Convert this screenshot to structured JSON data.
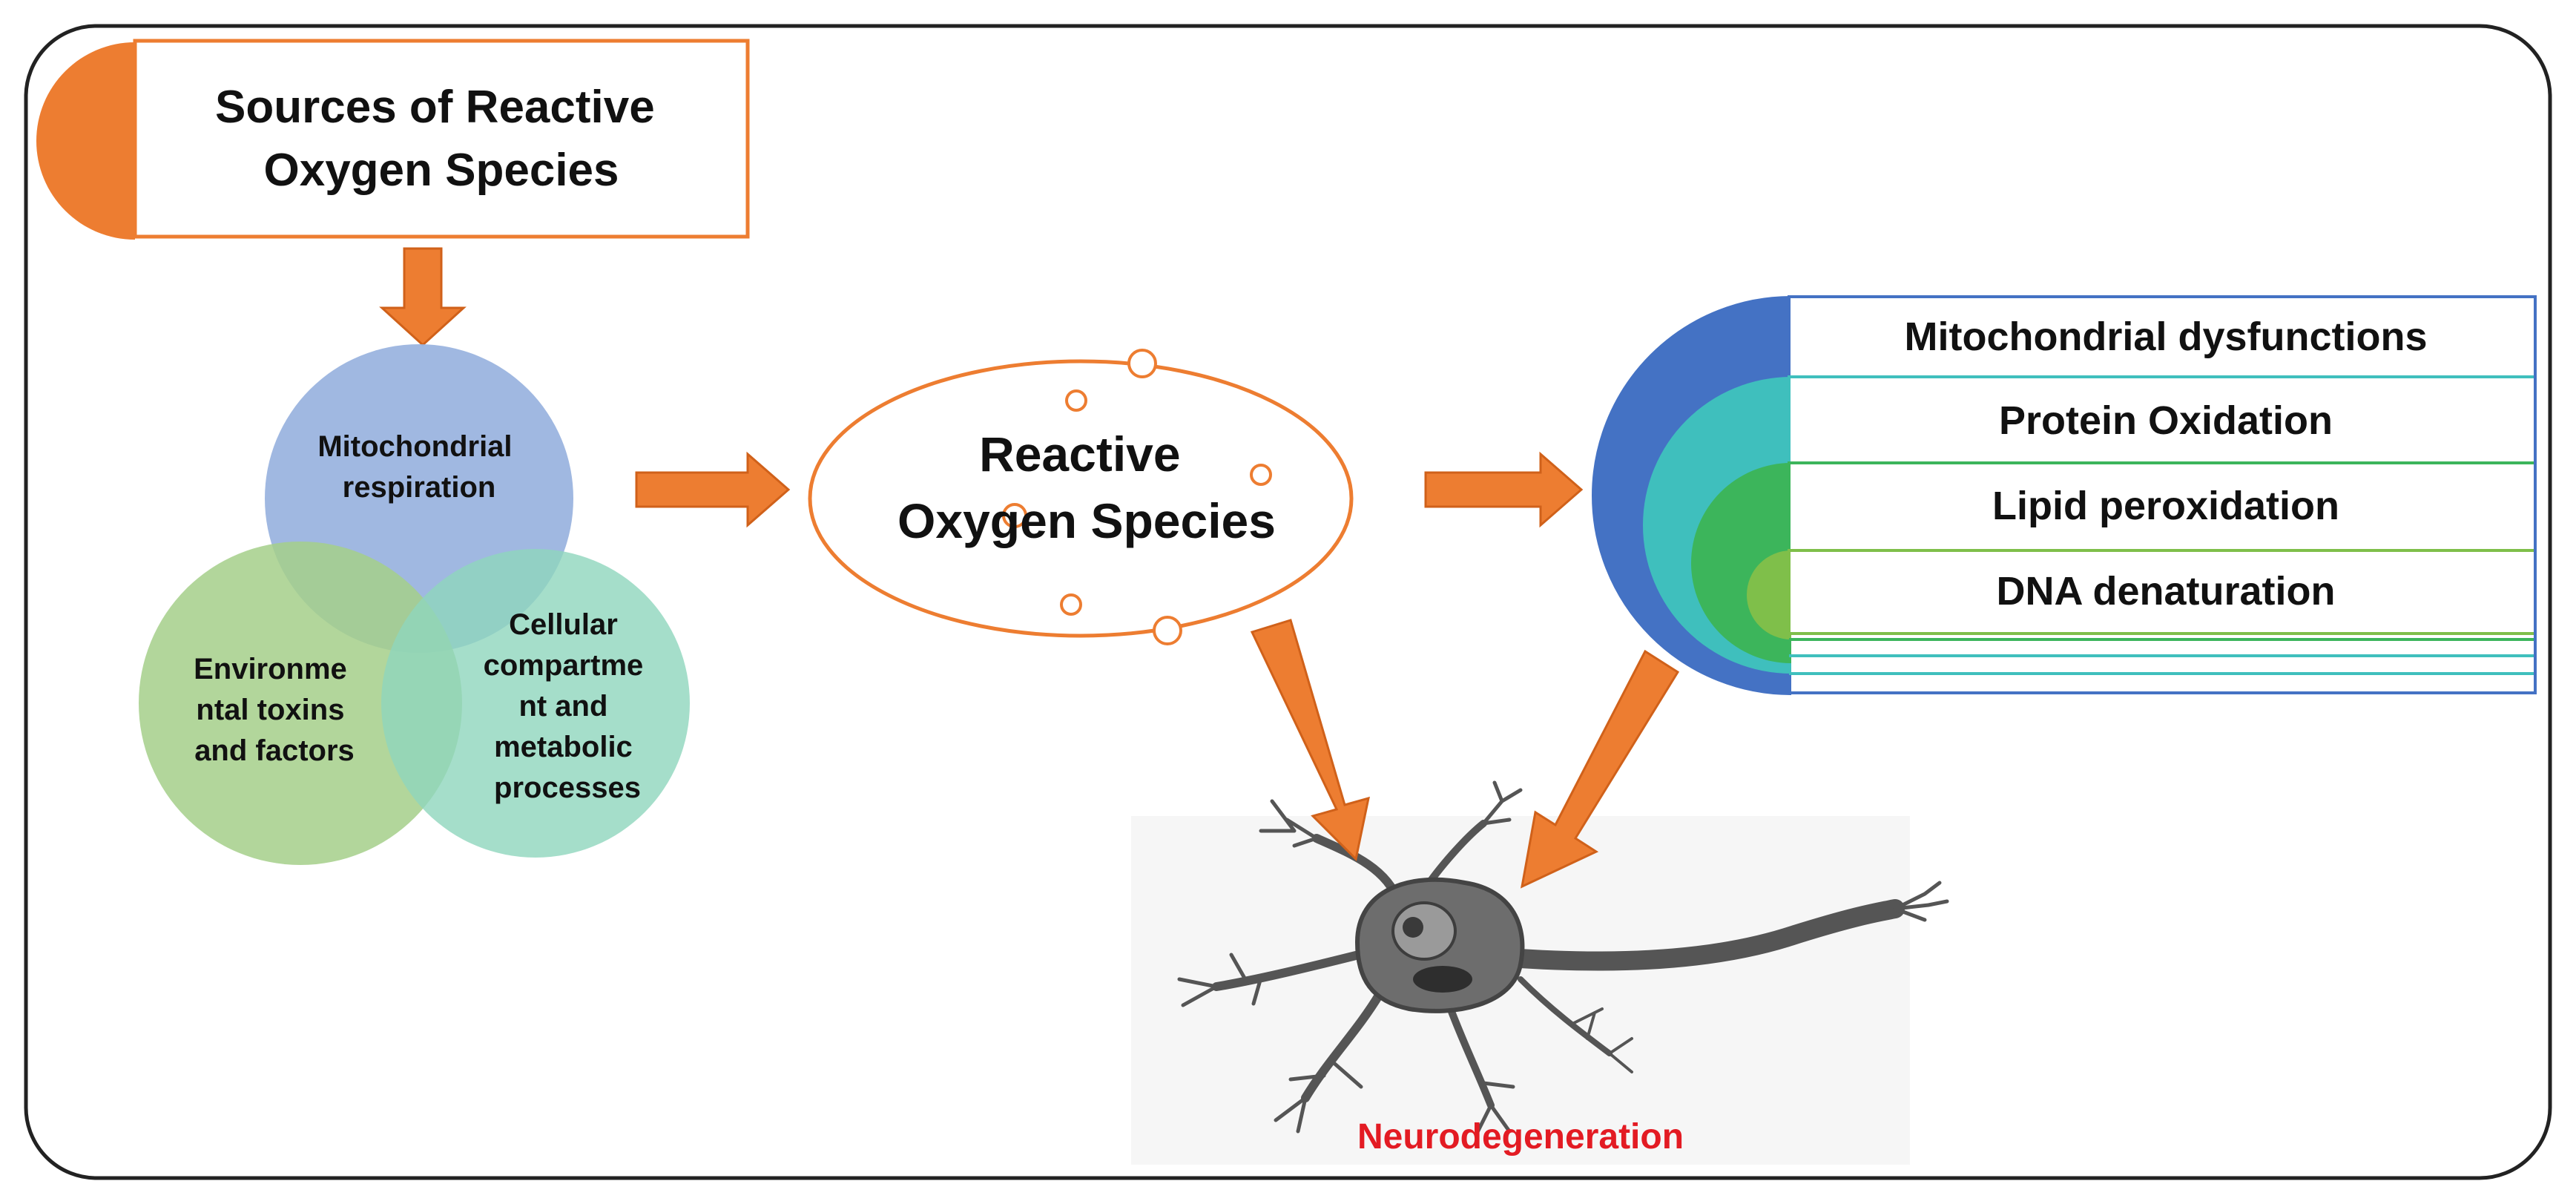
{
  "sources_box": {
    "line1": "Sources of Reactive",
    "line2": "Oxygen Species"
  },
  "venn": {
    "top": {
      "lines": [
        "Mitochondrial",
        "respiration"
      ],
      "color": "#9bb4df"
    },
    "left": {
      "lines": [
        "Environme",
        "ntal toxins",
        "and factors"
      ],
      "color": "#a5cf8a"
    },
    "right": {
      "lines": [
        "Cellular",
        "compartme",
        "nt and",
        "metabolic",
        "processes"
      ],
      "color": "#8fd6bd"
    }
  },
  "ros_ellipse": {
    "line1": "Reactive",
    "line2": "Oxygen Species"
  },
  "effects": [
    {
      "label": "Mitochondrial dysfunctions",
      "color": "#4472c4"
    },
    {
      "label": "Protein Oxidation",
      "color": "#3fbfbd"
    },
    {
      "label": "Lipid peroxidation",
      "color": "#3cb55b"
    },
    {
      "label": "DNA denaturation",
      "color": "#7fbf4a"
    }
  ],
  "outcome": {
    "label": "Neurodegeneration",
    "color": "#e31b23"
  },
  "colors": {
    "arrow": "#ed7d31",
    "frame": "#222222"
  }
}
